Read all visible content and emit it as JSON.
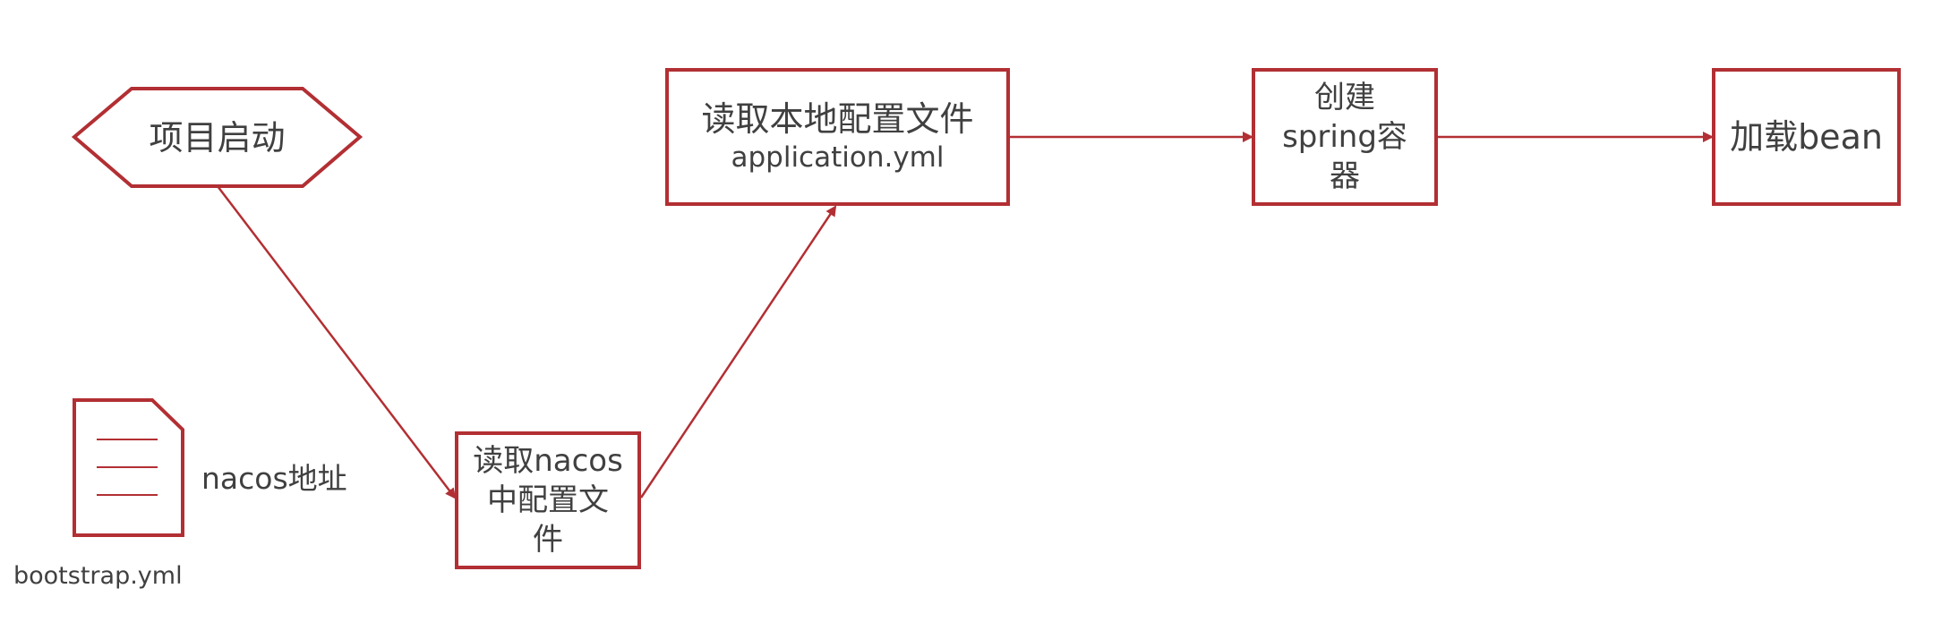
{
  "colors": {
    "border": "#B22F33",
    "text": "#404040",
    "background": "#FFFFFF"
  },
  "nodes": {
    "start": {
      "label": "项目启动"
    },
    "read_local": {
      "line1": "读取本地配置文件",
      "line2": "application.yml"
    },
    "create_spring": {
      "line1": "创建",
      "line2": "spring容",
      "line3": "器"
    },
    "load_bean": {
      "label": "加载bean"
    },
    "read_nacos": {
      "line1": "读取nacos",
      "line2": "中配置文",
      "line3": "件"
    }
  },
  "file": {
    "label": "nacos地址",
    "caption": "bootstrap.yml",
    "icon": "document-icon"
  }
}
